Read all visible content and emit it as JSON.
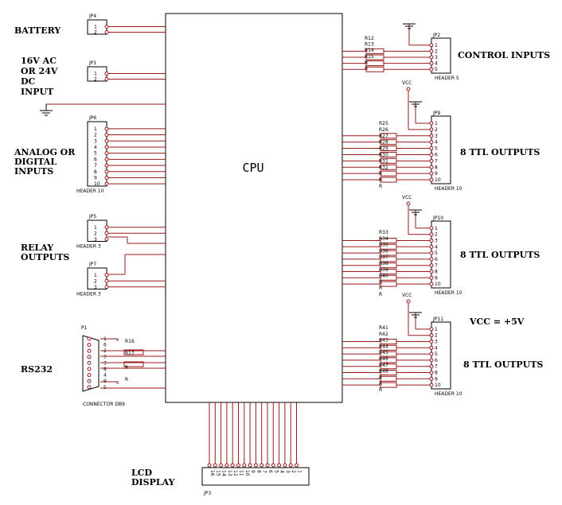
{
  "cpu": {
    "label": "CPU"
  },
  "labels": {
    "battery": "BATTERY",
    "power_l1": "16V AC",
    "power_l2": "OR 24V",
    "power_l3": "DC",
    "power_l4": "INPUT",
    "analog_l1": "ANALOG OR",
    "analog_l2": "DIGITAL",
    "analog_l3": "INPUTS",
    "relay_l1": "RELAY",
    "relay_l2": "OUTPUTS",
    "rs232": "RS232",
    "lcd_l1": "LCD",
    "lcd_l2": "DISPLAY",
    "control_inputs": "CONTROL INPUTS",
    "ttl1": "8 TTL OUTPUTS",
    "ttl2": "8 TTL OUTPUTS",
    "ttl3": "8 TTL OUTPUTS",
    "vcc_note": "VCC = +5V"
  },
  "connectors": {
    "jp4": {
      "name": "JP4",
      "pins": [
        "1",
        "2"
      ]
    },
    "jp1": {
      "name": "JP1",
      "pins": [
        "1",
        "2"
      ]
    },
    "jp6": {
      "name": "JP6",
      "sub": "HEADER 10",
      "pins": [
        "1",
        "2",
        "3",
        "4",
        "5",
        "6",
        "7",
        "8",
        "9",
        "10"
      ]
    },
    "jp5": {
      "name": "JP5",
      "sub": "HEADER 3",
      "pins": [
        "1",
        "2",
        "3"
      ]
    },
    "jp7": {
      "name": "JP7",
      "sub": "HEADER 3",
      "pins": [
        "1",
        "2",
        "3"
      ]
    },
    "p1": {
      "name": "P1",
      "sub": "CONNECTOR DB9",
      "pins": [
        "1",
        "6",
        "2",
        "7",
        "3",
        "8",
        "4",
        "9",
        "5"
      ],
      "r_labels": [
        "R16",
        "R17",
        "R",
        "R"
      ]
    },
    "jp2": {
      "name": "JP2",
      "sub": "HEADER 5",
      "pins": [
        "1",
        "2",
        "3",
        "4",
        "5"
      ],
      "r_labels": [
        "R12",
        "R13",
        "R14",
        "R15",
        "R",
        "R"
      ]
    },
    "jp9": {
      "name": "JP9",
      "sub": "HEADER 10",
      "vcc": "VCC",
      "pins": [
        "1",
        "2",
        "3",
        "4",
        "5",
        "6",
        "7",
        "8",
        "9",
        "10"
      ],
      "r_labels": [
        "R25",
        "R26",
        "R27",
        "R28",
        "R29",
        "R30",
        "R31",
        "R32",
        "R",
        "R",
        "R"
      ]
    },
    "jp10": {
      "name": "JP10",
      "sub": "HEADER 10",
      "vcc": "VCC",
      "pins": [
        "1",
        "2",
        "3",
        "4",
        "5",
        "6",
        "7",
        "8",
        "9",
        "10"
      ],
      "r_labels": [
        "R33",
        "R34",
        "R35",
        "R36",
        "R37",
        "R38",
        "R39",
        "R40",
        "R",
        "R",
        "R"
      ]
    },
    "jp11": {
      "name": "JP11",
      "sub": "HEADER 10",
      "vcc": "VCC",
      "pins": [
        "1",
        "2",
        "3",
        "4",
        "5",
        "6",
        "7",
        "8",
        "9",
        "10"
      ],
      "r_labels": [
        "R41",
        "R42",
        "R43",
        "R44",
        "R45",
        "R46",
        "R47",
        "R48",
        "R",
        "R",
        "R"
      ]
    },
    "jp3": {
      "name": "JP3",
      "pins": [
        "16",
        "15",
        "14",
        "13",
        "12",
        "11",
        "10",
        "9",
        "8",
        "7",
        "6",
        "5",
        "4",
        "3",
        "2",
        "1"
      ]
    }
  }
}
